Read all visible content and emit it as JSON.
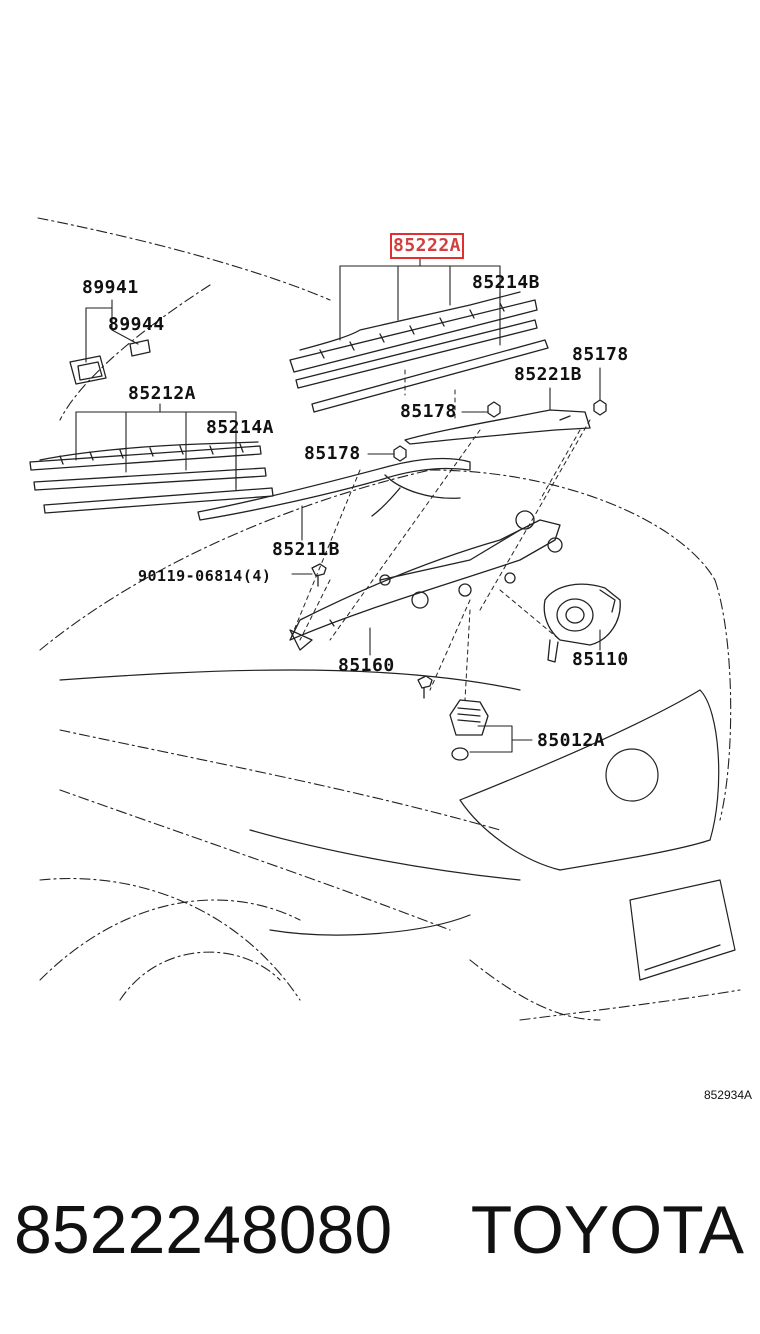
{
  "diagram": {
    "highlight_color": "#e03030",
    "callouts": [
      {
        "id": "85222A",
        "text": "85222A",
        "highlighted": true
      },
      {
        "id": "85214B",
        "text": "85214B"
      },
      {
        "id": "89941",
        "text": "89941"
      },
      {
        "id": "89944",
        "text": "89944"
      },
      {
        "id": "85178a",
        "text": "85178"
      },
      {
        "id": "85221B",
        "text": "85221B"
      },
      {
        "id": "85212A",
        "text": "85212A"
      },
      {
        "id": "85178b",
        "text": "85178"
      },
      {
        "id": "85214A",
        "text": "85214A"
      },
      {
        "id": "85178c",
        "text": "85178"
      },
      {
        "id": "85211B",
        "text": "85211B"
      },
      {
        "id": "90119",
        "text": "90119-06814(4)"
      },
      {
        "id": "85160",
        "text": "85160"
      },
      {
        "id": "85110",
        "text": "85110"
      },
      {
        "id": "85012A",
        "text": "85012A"
      }
    ],
    "reference_code": "852934A"
  },
  "footer": {
    "part_number": "8522248080",
    "brand": "TOYOTA"
  }
}
